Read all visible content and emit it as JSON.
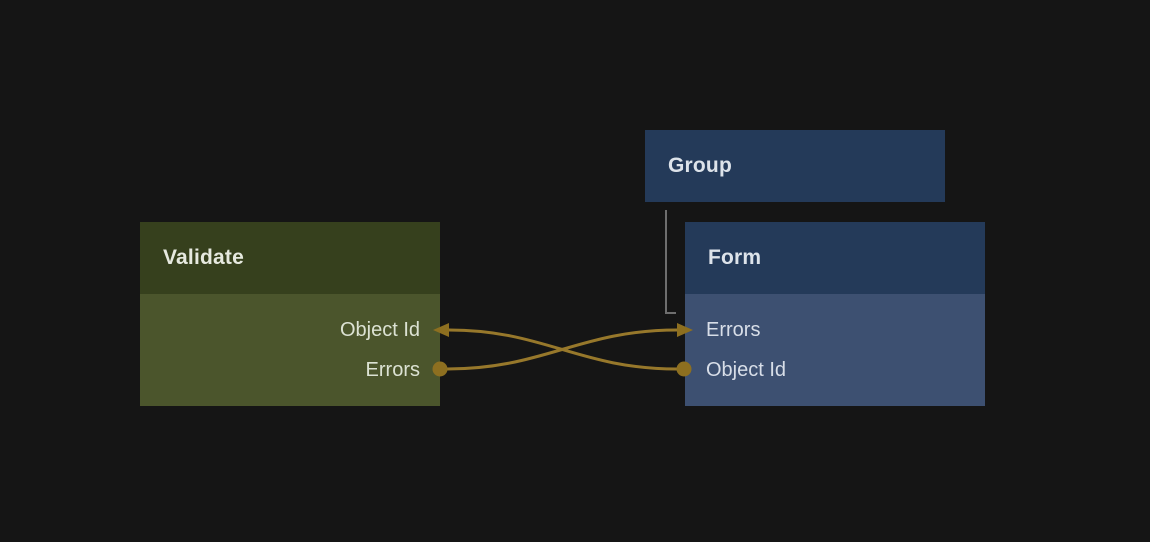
{
  "canvas": {
    "background_color": "#151515",
    "edge_color_gold": "#97782b",
    "edge_color_gray": "#6e6e6e",
    "port_color": "#8d6f20"
  },
  "nodes": [
    {
      "title": "Validate",
      "header_color": "#36401d",
      "body_color": "#4b552c",
      "fields": [
        {
          "label": "Object Id",
          "port": "input-arrow",
          "edge_side": "right"
        },
        {
          "label": "Errors",
          "port": "output-dot",
          "edge_side": "right"
        }
      ]
    },
    {
      "title": "Group",
      "header_color": "#243a59",
      "body_color": null,
      "fields": []
    },
    {
      "title": "Form",
      "header_color": "#243a59",
      "body_color": "#3d5071",
      "fields": [
        {
          "label": "Errors",
          "port": "input-arrow",
          "edge_side": "left"
        },
        {
          "label": "Object Id",
          "port": "output-dot",
          "edge_side": "left"
        }
      ]
    }
  ],
  "edges": [
    {
      "from": "Validate.Errors",
      "to": "Form.Errors",
      "style": "curve",
      "color": "#97782b"
    },
    {
      "from": "Form.Object Id",
      "to": "Validate.Object Id",
      "style": "curve",
      "color": "#97782b"
    },
    {
      "from": "Group",
      "to": "Form",
      "style": "elbow",
      "color": "#6e6e6e"
    }
  ]
}
